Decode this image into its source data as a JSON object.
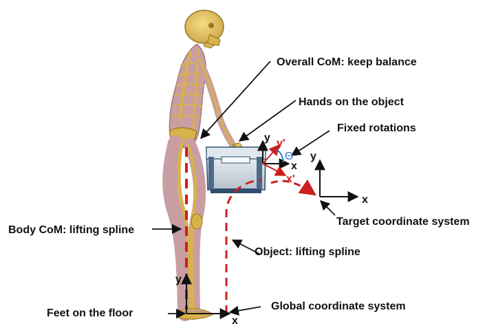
{
  "labels": {
    "overall_com": "Overall CoM: keep balance",
    "hands_object": "Hands on the object",
    "fixed_rotations": "Fixed rotations",
    "body_com": "Body CoM: lifting spline",
    "target_cs": "Target coordinate system",
    "object_spline": "Object: lifting spline",
    "feet_floor": "Feet on the floor",
    "global_cs": "Global coordinate system"
  },
  "axes": {
    "target_y": "y",
    "target_x": "x",
    "object_y": "y",
    "object_x": "x",
    "rotated_y": "y'",
    "rotated_x": "x'",
    "theta": "Θ",
    "global_y": "y",
    "global_x": "x"
  },
  "colors": {
    "text": "#111111",
    "arrow": "#111111",
    "red_path": "#cc1f1f",
    "theta_blue": "#2f78d0",
    "skeleton_bone": "#d8b24b",
    "muscle": "#c99ea2",
    "box_fill": "#cdd6df",
    "box_stroke": "#2f4f6f"
  },
  "icons": {
    "skeleton": "skeleton-figure",
    "object": "lifting-box-icon"
  }
}
